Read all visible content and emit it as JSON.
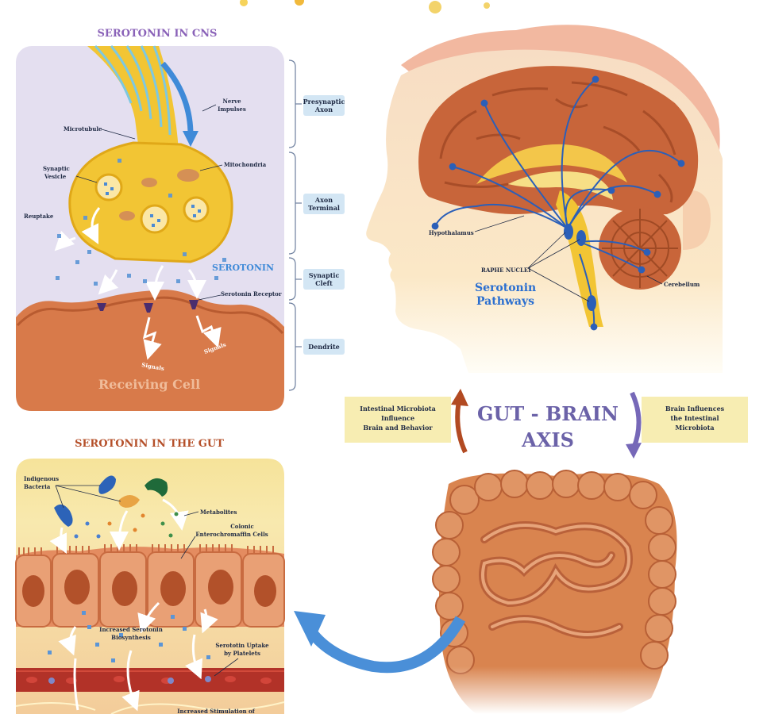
{
  "cns": {
    "title": "SEROTONIN IN CNS",
    "labels": {
      "nerve_impulses_1": "Nerve",
      "nerve_impulses_2": "Impulses",
      "microtubule": "Microtubule",
      "mitochondria": "Mitochondria",
      "synaptic_vesicle_1": "Synaptic",
      "synaptic_vesicle_2": "Vesicle",
      "reuptake": "Reuptake",
      "serotonin": "SEROTONIN",
      "serotonin_receptor": "Serotonin Receptor",
      "signals": "Signals",
      "receiving_cell": "Receiving Cell"
    },
    "brackets": [
      {
        "line1": "Presynaptic",
        "line2": "Axon"
      },
      {
        "line1": "Axon",
        "line2": "Terminal"
      },
      {
        "line1": "Synaptic",
        "line2": "Cleft"
      },
      {
        "line1": "Dendrite",
        "line2": ""
      }
    ]
  },
  "brain": {
    "hypothalamus": "Hypothalamus",
    "raphe_nuclei": "RAPHE NUCLEI",
    "pathways_1": "Serotonin",
    "pathways_2": "Pathways",
    "cerebellum": "Cerebellum"
  },
  "axis": {
    "title_1": "GUT - BRAIN",
    "title_2": "AXIS",
    "left_1": "Intestinal Microbiota",
    "left_2": "Influence",
    "left_3": "Brain and Behavior",
    "right_1": "Brain Influences",
    "right_2": "the Intestinal",
    "right_3": "Microbiota"
  },
  "gut": {
    "title": "SEROTONIN IN THE GUT",
    "indigenous_1": "Indigenous",
    "indigenous_2": "Bacteria",
    "metabolites": "Metabolites",
    "colonic_1": "Colonic",
    "colonic_2": "Enterochromaffin Cells",
    "increased_1": "Increased Serotonin",
    "increased_2": "Biosynthesis",
    "uptake_1": "Serototin Uptake",
    "uptake_2": "by Platelets",
    "stimulation": "Increased Stimulation of"
  },
  "colors": {
    "title_purple": "#8a62b8",
    "title_brown": "#b5502a",
    "axis_text": "#6b62a8",
    "panel_lilac": "#e4dff0",
    "neuron_yellow": "#f2c534",
    "cell_orange": "#d87a4a",
    "pathway_blue": "#2b6fd0",
    "label_box": "#f7edb2"
  }
}
